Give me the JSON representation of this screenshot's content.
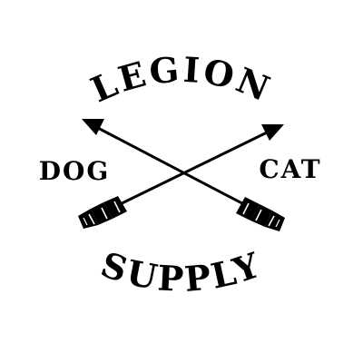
{
  "logo": {
    "top_word": "LEGION",
    "bottom_word": "SUPPLY",
    "left_word": "DOG",
    "right_word": "CAT",
    "ink_color": "#000000",
    "background_color": "#ffffff",
    "emblem": "crossed-arrows-icon"
  }
}
